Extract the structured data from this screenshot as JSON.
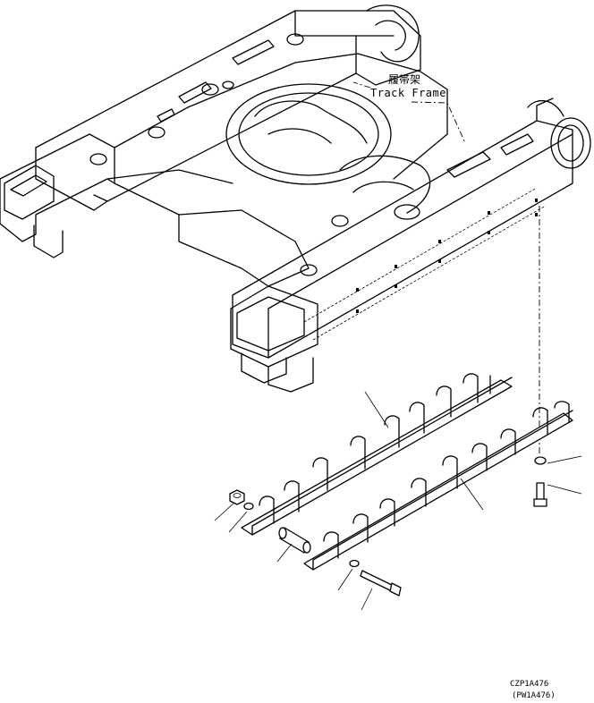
{
  "labels": {
    "track_frame_jp": "履帯架",
    "track_frame_en": "Track Frame"
  },
  "codes": {
    "primary": "CZP1A476",
    "secondary": "(PW1A476)"
  }
}
